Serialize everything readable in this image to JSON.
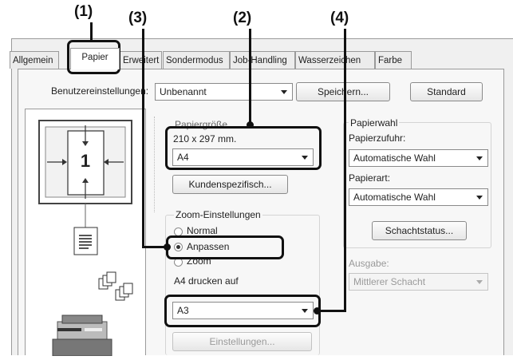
{
  "callouts": [
    "(1)",
    "(2)",
    "(3)",
    "(4)"
  ],
  "tabs": [
    "Allgemein",
    "Papier",
    "Erweitert",
    "Sondermodus",
    "Job-Handling",
    "Wasserzeichen",
    "Farbe"
  ],
  "settings": {
    "label": "Benutzereinstellungen:",
    "value": "Unbenannt",
    "save_button": "Speichern...",
    "standard_button": "Standard"
  },
  "preview": {
    "page_number": "1"
  },
  "paper_size": {
    "label": "Papiergröße",
    "dimensions": "210 x 297 mm.",
    "value": "A4",
    "custom_button": "Kundenspezifisch..."
  },
  "zoom": {
    "group_label": "Zoom-Einstellungen",
    "options": [
      "Normal",
      "Anpassen",
      "Zoom"
    ],
    "selected": "Anpassen",
    "print_on_label": "A4 drucken auf",
    "print_on_value": "A3",
    "settings_button": "Einstellungen..."
  },
  "paper_source": {
    "group_label": "Papierwahl",
    "tray_label": "Papierzufuhr:",
    "tray_value": "Automatische Wahl",
    "type_label": "Papierart:",
    "type_value": "Automatische Wahl",
    "status_button": "Schachtstatus..."
  },
  "output": {
    "label": "Ausgabe:",
    "value": "Mittlerer Schacht"
  }
}
